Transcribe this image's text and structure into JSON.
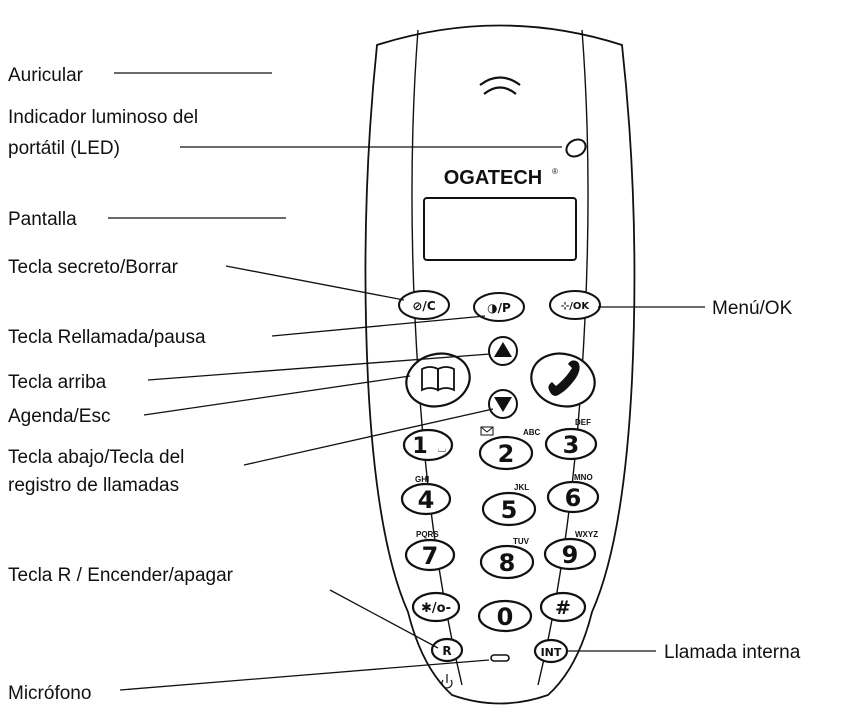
{
  "labels": {
    "auricular": "Auricular",
    "led_line1": "Indicador luminoso del",
    "led_line2": "portátil (LED)",
    "pantalla": "Pantalla",
    "secreto": "Tecla secreto/Borrar",
    "rellamada": "Tecla Rellamada/pausa",
    "arriba": "Tecla arriba",
    "agenda": "Agenda/Esc",
    "abajo_line1": "Tecla abajo/Tecla del",
    "abajo_line2": "registro de llamadas",
    "tecla_r": "Tecla R / Encender/apagar",
    "microfono": "Micrófono",
    "menu_ok": "Menú/OK",
    "llamada_interna": "Llamada interna"
  },
  "brand": {
    "name": "OGATECH",
    "mark": "®"
  },
  "keys": {
    "mute_clear": "⊘/C",
    "redial_pause": "◑/P",
    "menu_ok": "⊹/OK",
    "k1": "1",
    "k2": "2",
    "k3": "3",
    "k4": "4",
    "k5": "5",
    "k6": "6",
    "k7": "7",
    "k8": "8",
    "k9": "9",
    "k0": "0",
    "star": "✱/o-",
    "hash": "#",
    "r": "R",
    "int": "INT"
  },
  "key_letters": {
    "k2": "ABC",
    "k3": "DEF",
    "k4": "GHI",
    "k5": "JKL",
    "k6": "MNO",
    "k7": "PQRS",
    "k8": "TUV",
    "k9": "WXYZ"
  },
  "colors": {
    "ink": "#111111",
    "background": "#ffffff"
  }
}
